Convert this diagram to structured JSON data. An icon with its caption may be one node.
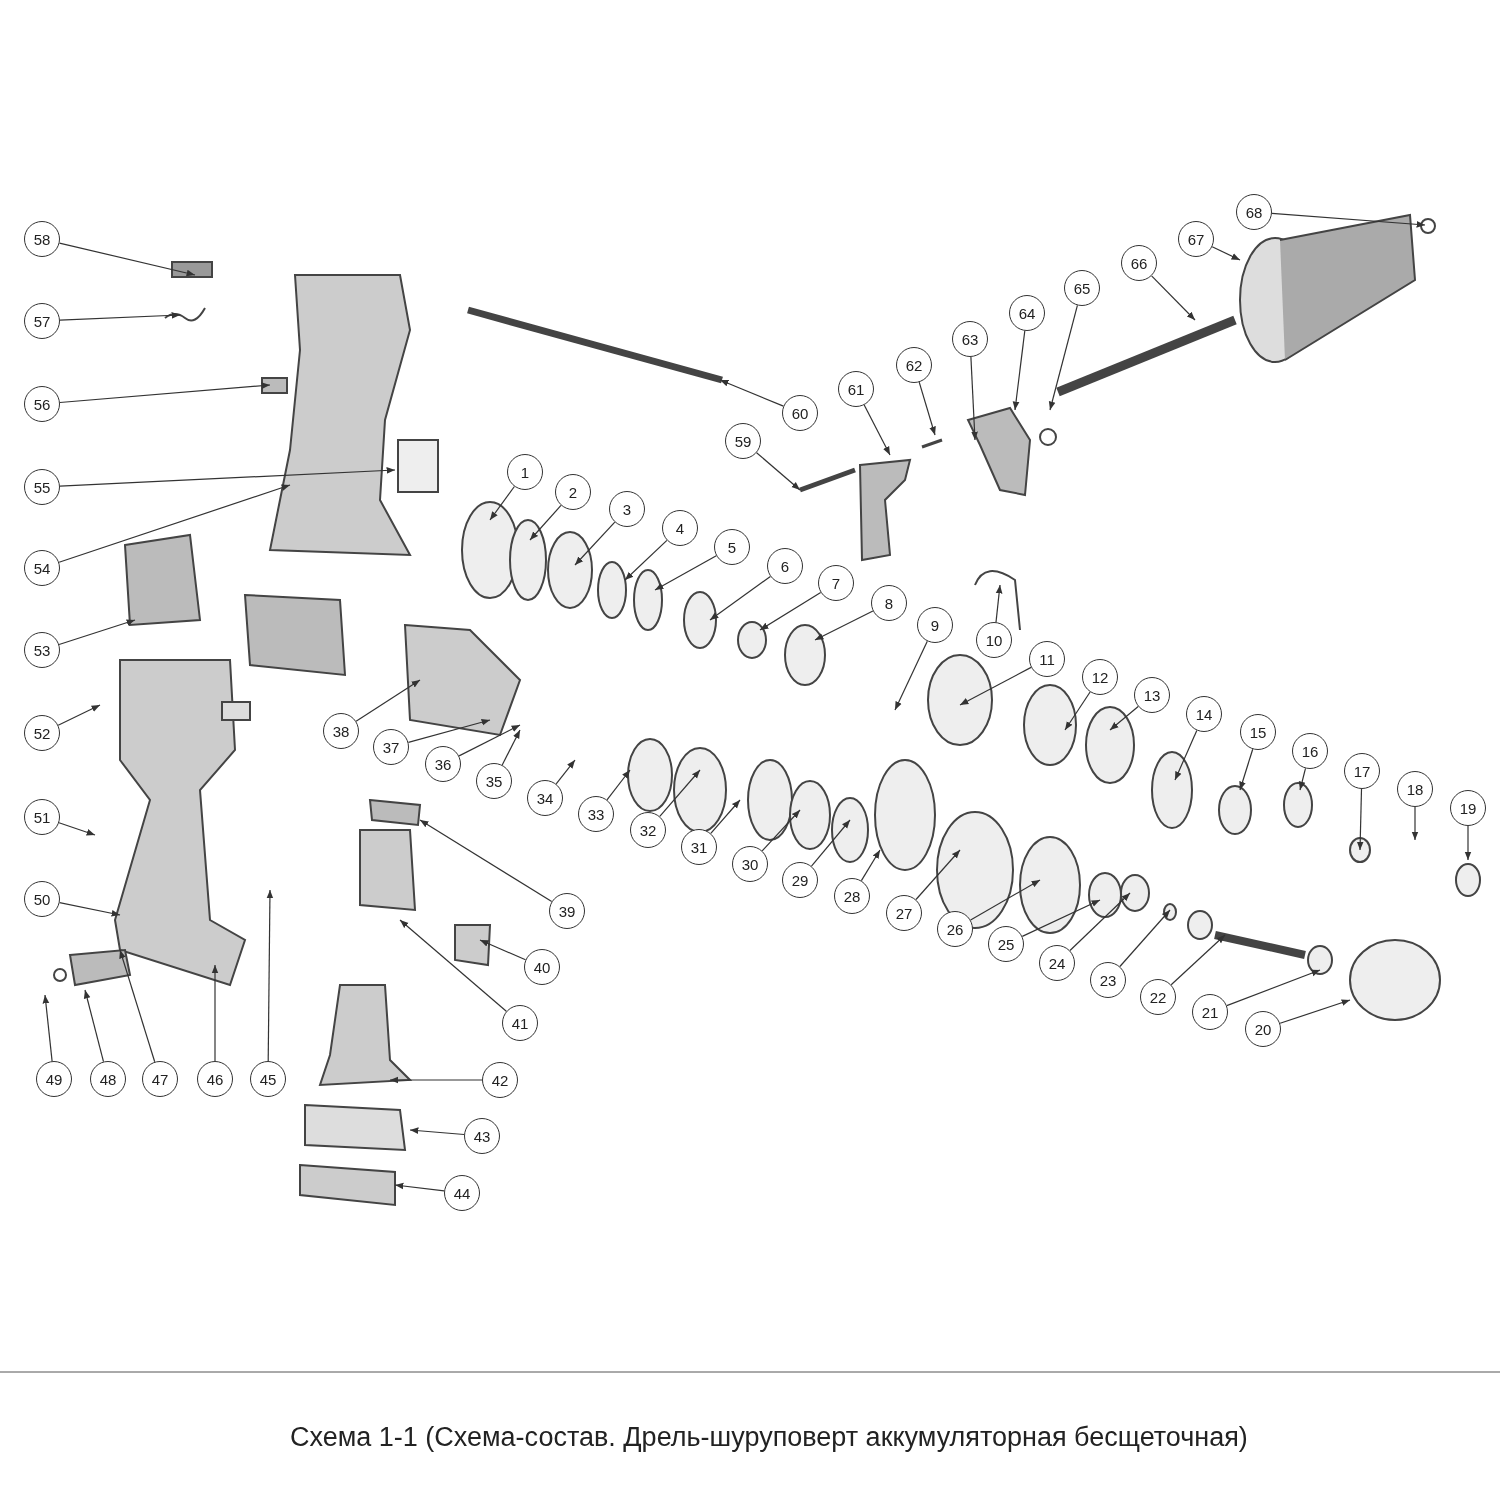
{
  "diagram": {
    "caption": "Схема 1-1 (Схема-состав. Дрель-шуруповерт аккумуляторная бесщеточная)",
    "nodes": [
      {
        "text": [
          "1"
        ]
      },
      {
        "text": [
          "2"
        ]
      },
      {
        "text": [
          "3"
        ]
      },
      {
        "text": [
          "4"
        ]
      },
      {
        "text": [
          "5"
        ]
      },
      {
        "text": [
          "6"
        ]
      },
      {
        "text": [
          "7"
        ]
      },
      {
        "text": [
          "8"
        ]
      },
      {
        "text": [
          "9"
        ]
      },
      {
        "text": [
          "10"
        ]
      },
      {
        "text": [
          "11"
        ]
      },
      {
        "text": [
          "12"
        ]
      },
      {
        "text": [
          "13"
        ]
      },
      {
        "text": [
          "14"
        ]
      },
      {
        "text": [
          "15"
        ]
      },
      {
        "text": [
          "16"
        ]
      },
      {
        "text": [
          "17"
        ]
      },
      {
        "text": [
          "18"
        ]
      },
      {
        "text": [
          "19"
        ]
      },
      {
        "text": [
          "20"
        ]
      },
      {
        "text": [
          "21"
        ]
      },
      {
        "text": [
          "22"
        ]
      },
      {
        "text": [
          "23"
        ]
      },
      {
        "text": [
          "24"
        ]
      },
      {
        "text": [
          "25"
        ]
      },
      {
        "text": [
          "26"
        ]
      },
      {
        "text": [
          "27"
        ]
      },
      {
        "text": [
          "28"
        ]
      },
      {
        "text": [
          "29"
        ]
      },
      {
        "text": [
          "30"
        ]
      },
      {
        "text": [
          "31"
        ]
      },
      {
        "text": [
          "32"
        ]
      },
      {
        "text": [
          "33"
        ]
      },
      {
        "text": [
          "34"
        ]
      },
      {
        "text": [
          "35"
        ]
      },
      {
        "text": [
          "36"
        ]
      },
      {
        "text": [
          "37"
        ]
      },
      {
        "text": [
          "38"
        ]
      },
      {
        "text": [
          "39"
        ]
      },
      {
        "text": [
          "40"
        ]
      },
      {
        "text": [
          "41"
        ]
      },
      {
        "text": [
          "42"
        ]
      },
      {
        "text": [
          "43"
        ]
      },
      {
        "text": [
          "44"
        ]
      },
      {
        "text": [
          "45"
        ]
      },
      {
        "text": [
          "46"
        ]
      },
      {
        "text": [
          "47"
        ]
      },
      {
        "text": [
          "48"
        ]
      },
      {
        "text": [
          "49"
        ]
      },
      {
        "text": [
          "50"
        ]
      },
      {
        "text": [
          "51"
        ]
      },
      {
        "text": [
          "52"
        ]
      },
      {
        "text": [
          "53"
        ]
      },
      {
        "text": [
          "54"
        ]
      },
      {
        "text": [
          "55"
        ]
      },
      {
        "text": [
          "56"
        ]
      },
      {
        "text": [
          "57"
        ]
      },
      {
        "text": [
          "58"
        ]
      },
      {
        "text": [
          "59"
        ]
      },
      {
        "text": [
          "60"
        ]
      },
      {
        "text": [
          "61"
        ]
      },
      {
        "text": [
          "62"
        ]
      },
      {
        "text": [
          "63"
        ]
      },
      {
        "text": [
          "64"
        ]
      },
      {
        "text": [
          "65"
        ]
      },
      {
        "text": [
          "66"
        ]
      },
      {
        "text": [
          "67"
        ]
      },
      {
        "text": [
          "68"
        ]
      }
    ],
    "edges": [
      {
        "from": 0,
        "to": null,
        "arrow": "to"
      },
      {
        "from": 1,
        "to": null,
        "arrow": "to"
      },
      {
        "from": 2,
        "to": null,
        "arrow": "to"
      },
      {
        "from": 3,
        "to": null,
        "arrow": "to"
      },
      {
        "from": 4,
        "to": null,
        "arrow": "to"
      },
      {
        "from": 5,
        "to": null,
        "arrow": "to"
      },
      {
        "from": 6,
        "to": null,
        "arrow": "to"
      },
      {
        "from": 7,
        "to": null,
        "arrow": "to"
      },
      {
        "from": 8,
        "to": null,
        "arrow": "to"
      },
      {
        "from": 9,
        "to": null,
        "arrow": "to"
      },
      {
        "from": 10,
        "to": null,
        "arrow": "to"
      },
      {
        "from": 11,
        "to": null,
        "arrow": "to"
      },
      {
        "from": 12,
        "to": null,
        "arrow": "to"
      },
      {
        "from": 13,
        "to": null,
        "arrow": "to"
      },
      {
        "from": 14,
        "to": null,
        "arrow": "to"
      },
      {
        "from": 15,
        "to": null,
        "arrow": "to"
      },
      {
        "from": 16,
        "to": null,
        "arrow": "to"
      },
      {
        "from": 17,
        "to": null,
        "arrow": "to"
      },
      {
        "from": 18,
        "to": null,
        "arrow": "to"
      },
      {
        "from": 19,
        "to": null,
        "arrow": "to"
      },
      {
        "from": 20,
        "to": null,
        "arrow": "to"
      },
      {
        "from": 21,
        "to": null,
        "arrow": "to"
      },
      {
        "from": 22,
        "to": null,
        "arrow": "to"
      },
      {
        "from": 23,
        "to": null,
        "arrow": "to"
      },
      {
        "from": 24,
        "to": null,
        "arrow": "to"
      },
      {
        "from": 25,
        "to": null,
        "arrow": "to"
      },
      {
        "from": 26,
        "to": null,
        "arrow": "to"
      },
      {
        "from": 27,
        "to": null,
        "arrow": "to"
      },
      {
        "from": 28,
        "to": null,
        "arrow": "to"
      },
      {
        "from": 29,
        "to": null,
        "arrow": "to"
      },
      {
        "from": 30,
        "to": null,
        "arrow": "to"
      },
      {
        "from": 31,
        "to": null,
        "arrow": "to"
      },
      {
        "from": 32,
        "to": null,
        "arrow": "to"
      },
      {
        "from": 33,
        "to": null,
        "arrow": "to"
      },
      {
        "from": 34,
        "to": null,
        "arrow": "to"
      },
      {
        "from": 35,
        "to": null,
        "arrow": "to"
      },
      {
        "from": 36,
        "to": null,
        "arrow": "to"
      },
      {
        "from": 37,
        "to": null,
        "arrow": "to"
      },
      {
        "from": 38,
        "to": null,
        "arrow": "to"
      },
      {
        "from": 39,
        "to": null,
        "arrow": "to"
      },
      {
        "from": 40,
        "to": null,
        "arrow": "to"
      },
      {
        "from": 41,
        "to": null,
        "arrow": "to"
      },
      {
        "from": 42,
        "to": null,
        "arrow": "to"
      },
      {
        "from": 43,
        "to": null,
        "arrow": "to"
      },
      {
        "from": 44,
        "to": null,
        "arrow": "to"
      },
      {
        "from": 45,
        "to": null,
        "arrow": "to"
      },
      {
        "from": 46,
        "to": null,
        "arrow": "to"
      },
      {
        "from": 47,
        "to": null,
        "arrow": "to"
      },
      {
        "from": 48,
        "to": null,
        "arrow": "to"
      },
      {
        "from": 49,
        "to": null,
        "arrow": "to"
      },
      {
        "from": 50,
        "to": null,
        "arrow": "to"
      },
      {
        "from": 51,
        "to": null,
        "arrow": "to"
      },
      {
        "from": 52,
        "to": null,
        "arrow": "to"
      },
      {
        "from": 53,
        "to": null,
        "arrow": "to"
      },
      {
        "from": 54,
        "to": null,
        "arrow": "to"
      },
      {
        "from": 55,
        "to": null,
        "arrow": "to"
      },
      {
        "from": 56,
        "to": null,
        "arrow": "to"
      },
      {
        "from": 57,
        "to": null,
        "arrow": "to"
      },
      {
        "from": 58,
        "to": null,
        "arrow": "to"
      },
      {
        "from": 59,
        "to": null,
        "arrow": "to"
      },
      {
        "from": 60,
        "to": null,
        "arrow": "to"
      },
      {
        "from": 61,
        "to": null,
        "arrow": "to"
      },
      {
        "from": 62,
        "to": null,
        "arrow": "to"
      },
      {
        "from": 63,
        "to": null,
        "arrow": "to"
      },
      {
        "from": 64,
        "to": null,
        "arrow": "to"
      },
      {
        "from": 65,
        "to": null,
        "arrow": "to"
      },
      {
        "from": 66,
        "to": null,
        "arrow": "to"
      },
      {
        "from": 67,
        "to": null,
        "arrow": "to"
      }
    ]
  }
}
